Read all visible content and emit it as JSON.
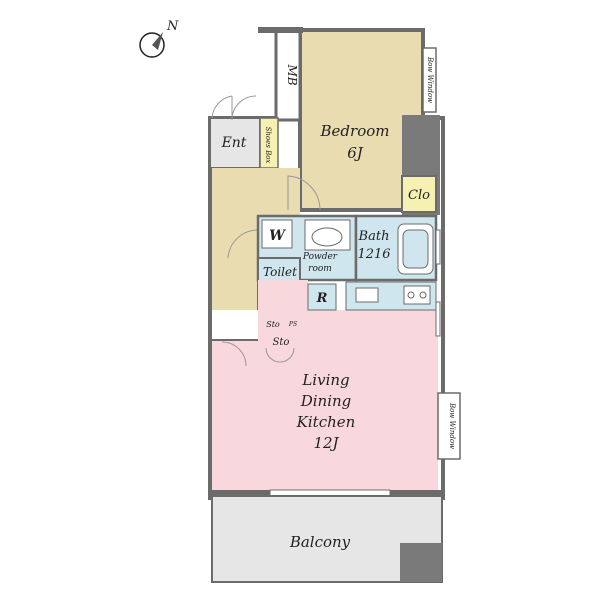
{
  "compass": {
    "north_label": "N"
  },
  "rooms": {
    "mb": "MB",
    "bow_window_top": "Bow Window",
    "bedroom": "Bedroom",
    "bedroom_size": "6J",
    "ent": "Ent",
    "shoe_box": "Shoes Box",
    "clo": "Clo",
    "w": "W",
    "powder_room_1": "Powder",
    "powder_room_2": "room",
    "bath": "Bath",
    "bath_size": "1216",
    "toilet": "Toilet",
    "r": "R",
    "sto_small": "Sto",
    "ps": "PS",
    "sto": "Sto",
    "ldk_1": "Living",
    "ldk_2": "Dining",
    "ldk_3": "Kitchen",
    "ldk_size": "12J",
    "bow_window_right": "Bow Window",
    "balcony": "Balcony"
  },
  "colors": {
    "bedroom": "#e8dcb0",
    "corridor": "#e8dcb0",
    "wet": "#cfe6ee",
    "ldk": "#f8d8dc",
    "balcony": "#e6e6e6",
    "storage": "#f6f1b2",
    "wall": "#6b6b6b",
    "pillar": "#7a7a7a"
  }
}
